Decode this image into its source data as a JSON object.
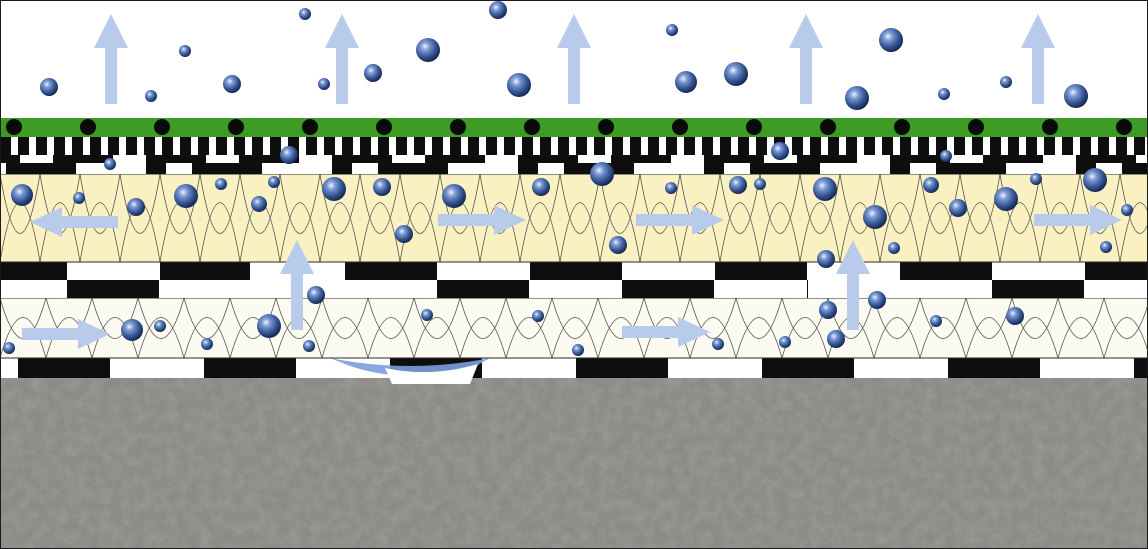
{
  "diagram": {
    "subject": "roof-build-up-vapour-diffusion",
    "colors": {
      "sky": "#ffffff",
      "membrane_green": "#3d9a24",
      "dot_black": "#0a0a0a",
      "strip_black": "#0e0e0e",
      "strip_white": "#ffffff",
      "insulation_upper": "#f9f1c2",
      "insulation_lower": "#fbfbf2",
      "insulation_line": "#2a2a2a",
      "arrow": "#b9cbea",
      "droplet_core": "#eef4ff",
      "droplet_mid": "#3a5a9a",
      "droplet_edge": "#0d1f45",
      "concrete": "#8c8b87",
      "concrete_dark": "#55544f",
      "concrete_light": "#bdbbb5",
      "cavity": "#7aa0dd"
    },
    "layers": [
      "vapour",
      "green-membrane",
      "perforated-layer",
      "upper-insulation",
      "separation-layer",
      "lower-insulation",
      "vapour-control-layer",
      "concrete-deck"
    ],
    "arrows": {
      "upward_in_air": 5,
      "horizontal_upper_insulation": [
        "left",
        "right",
        "right",
        "right"
      ],
      "horizontal_lower_insulation": [
        "right",
        "right"
      ],
      "vertical_between_insulation": 2
    },
    "droplet_count_estimate": 70
  }
}
